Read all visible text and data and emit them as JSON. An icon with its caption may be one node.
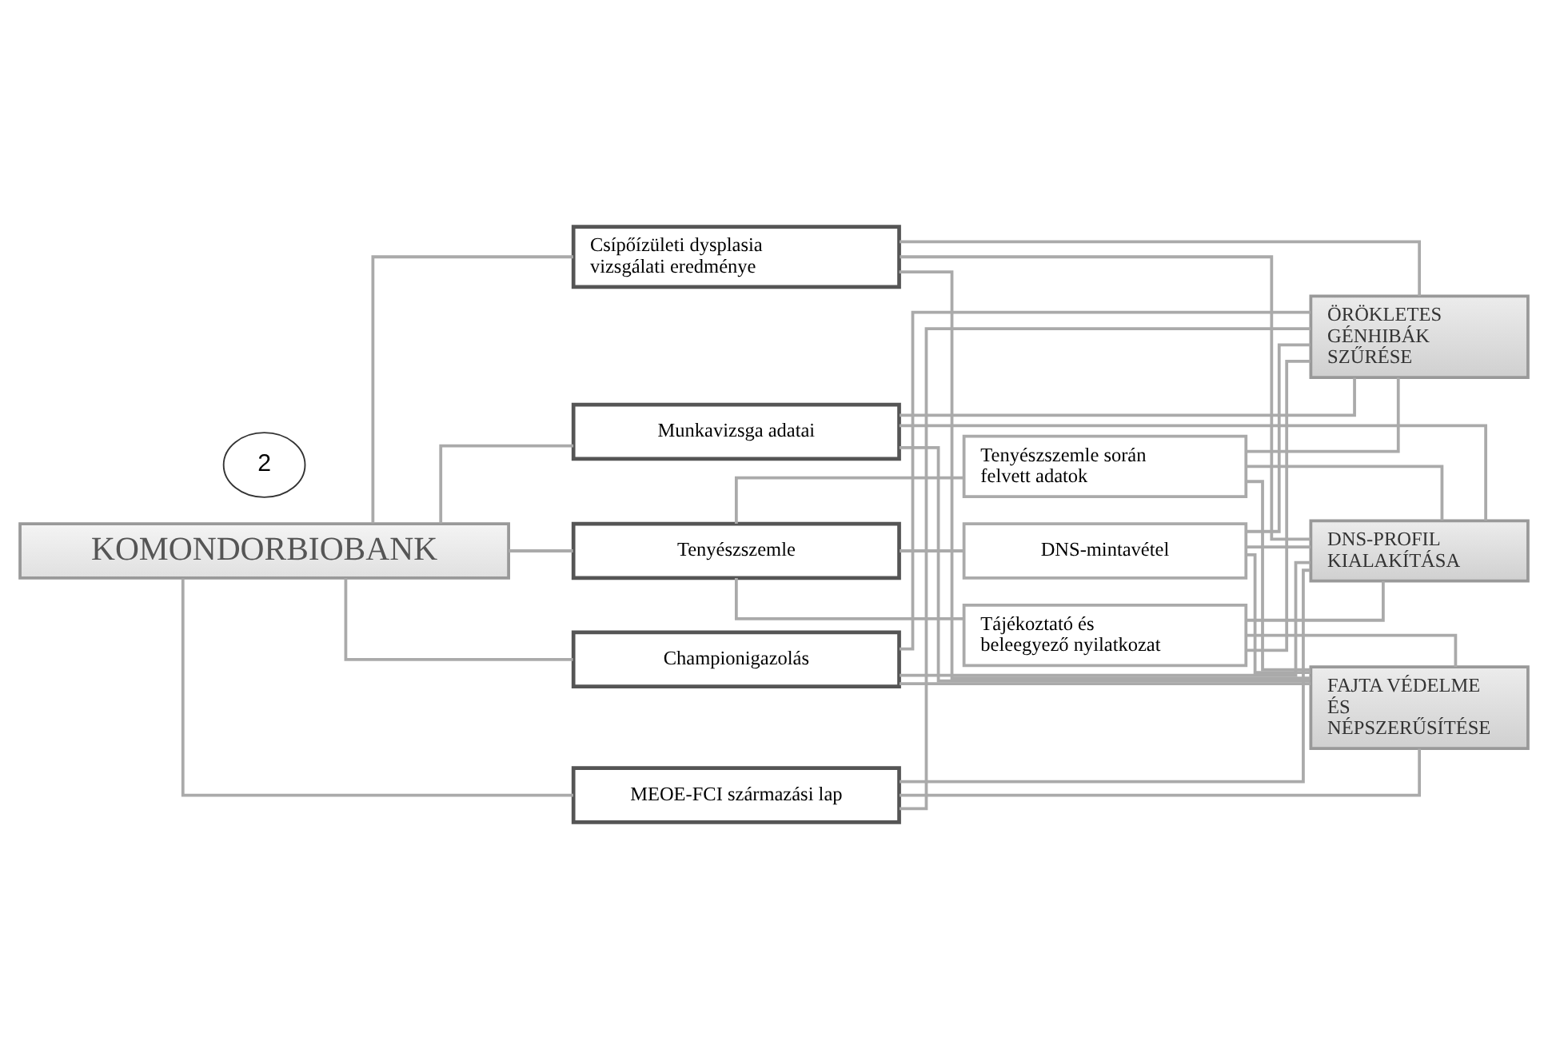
{
  "diagram": {
    "nodes": [
      {
        "text": [
          "2"
        ]
      },
      {
        "text": [
          "KOMONDORBIOBANK"
        ]
      },
      {
        "text": [
          "MEOE-FCI származási lap"
        ]
      },
      {
        "text": [
          "Munkavizsga adatai"
        ]
      },
      {
        "text": [
          "Csípőízületi dysplasia vizsgálati eredménye"
        ]
      },
      {
        "text": [
          "Championigazolás"
        ]
      },
      {
        "text": [
          "Tenyészszemle"
        ]
      },
      {
        "text": [
          "DNS-mintavétel"
        ]
      },
      {
        "text": [
          "Tájékoztató és beleegyező nyilatkozat"
        ]
      },
      {
        "text": [
          "Tenyészszemle során felvett adatok"
        ]
      },
      {
        "text": [
          "DNS-PROFIL KIALAKÍTÁSA"
        ]
      },
      {
        "text": [
          "ÖRÖKLETES GÉNHIBÁK SZŰRÉSE"
        ]
      },
      {
        "text": [
          "FAJTA VÉDELME ÉS NÉPSZERŰSÍTÉSE"
        ]
      }
    ],
    "edges": [
      {
        "from": 1,
        "to": 2,
        "arrow": "none"
      },
      {
        "from": 1,
        "to": 3,
        "arrow": "none"
      },
      {
        "from": 1,
        "to": 4,
        "arrow": "none"
      },
      {
        "from": 1,
        "to": 5,
        "arrow": "none"
      },
      {
        "from": 1,
        "to": 6,
        "arrow": "none"
      },
      {
        "from": 6,
        "to": 7,
        "arrow": "none"
      },
      {
        "from": 6,
        "to": 8,
        "arrow": "none"
      },
      {
        "from": 6,
        "to": 9,
        "arrow": "none"
      },
      {
        "from": 2,
        "to": 10,
        "arrow": "none"
      },
      {
        "from": 2,
        "to": 11,
        "arrow": "none"
      },
      {
        "from": 2,
        "to": 12,
        "arrow": "none"
      },
      {
        "from": 3,
        "to": 10,
        "arrow": "none"
      },
      {
        "from": 3,
        "to": 11,
        "arrow": "none"
      },
      {
        "from": 3,
        "to": 12,
        "arrow": "none"
      },
      {
        "from": 4,
        "to": 10,
        "arrow": "none"
      },
      {
        "from": 4,
        "to": 11,
        "arrow": "none"
      },
      {
        "from": 4,
        "to": 12,
        "arrow": "none"
      },
      {
        "from": 5,
        "to": 10,
        "arrow": "none"
      },
      {
        "from": 5,
        "to": 11,
        "arrow": "none"
      },
      {
        "from": 5,
        "to": 12,
        "arrow": "none"
      },
      {
        "from": 7,
        "to": 10,
        "arrow": "none"
      },
      {
        "from": 7,
        "to": 11,
        "arrow": "none"
      },
      {
        "from": 7,
        "to": 12,
        "arrow": "none"
      },
      {
        "from": 8,
        "to": 10,
        "arrow": "none"
      },
      {
        "from": 8,
        "to": 11,
        "arrow": "none"
      },
      {
        "from": 8,
        "to": 12,
        "arrow": "none"
      },
      {
        "from": 9,
        "to": 10,
        "arrow": "none"
      },
      {
        "from": 9,
        "to": 11,
        "arrow": "none"
      },
      {
        "from": 9,
        "to": 12,
        "arrow": "none"
      }
    ]
  }
}
